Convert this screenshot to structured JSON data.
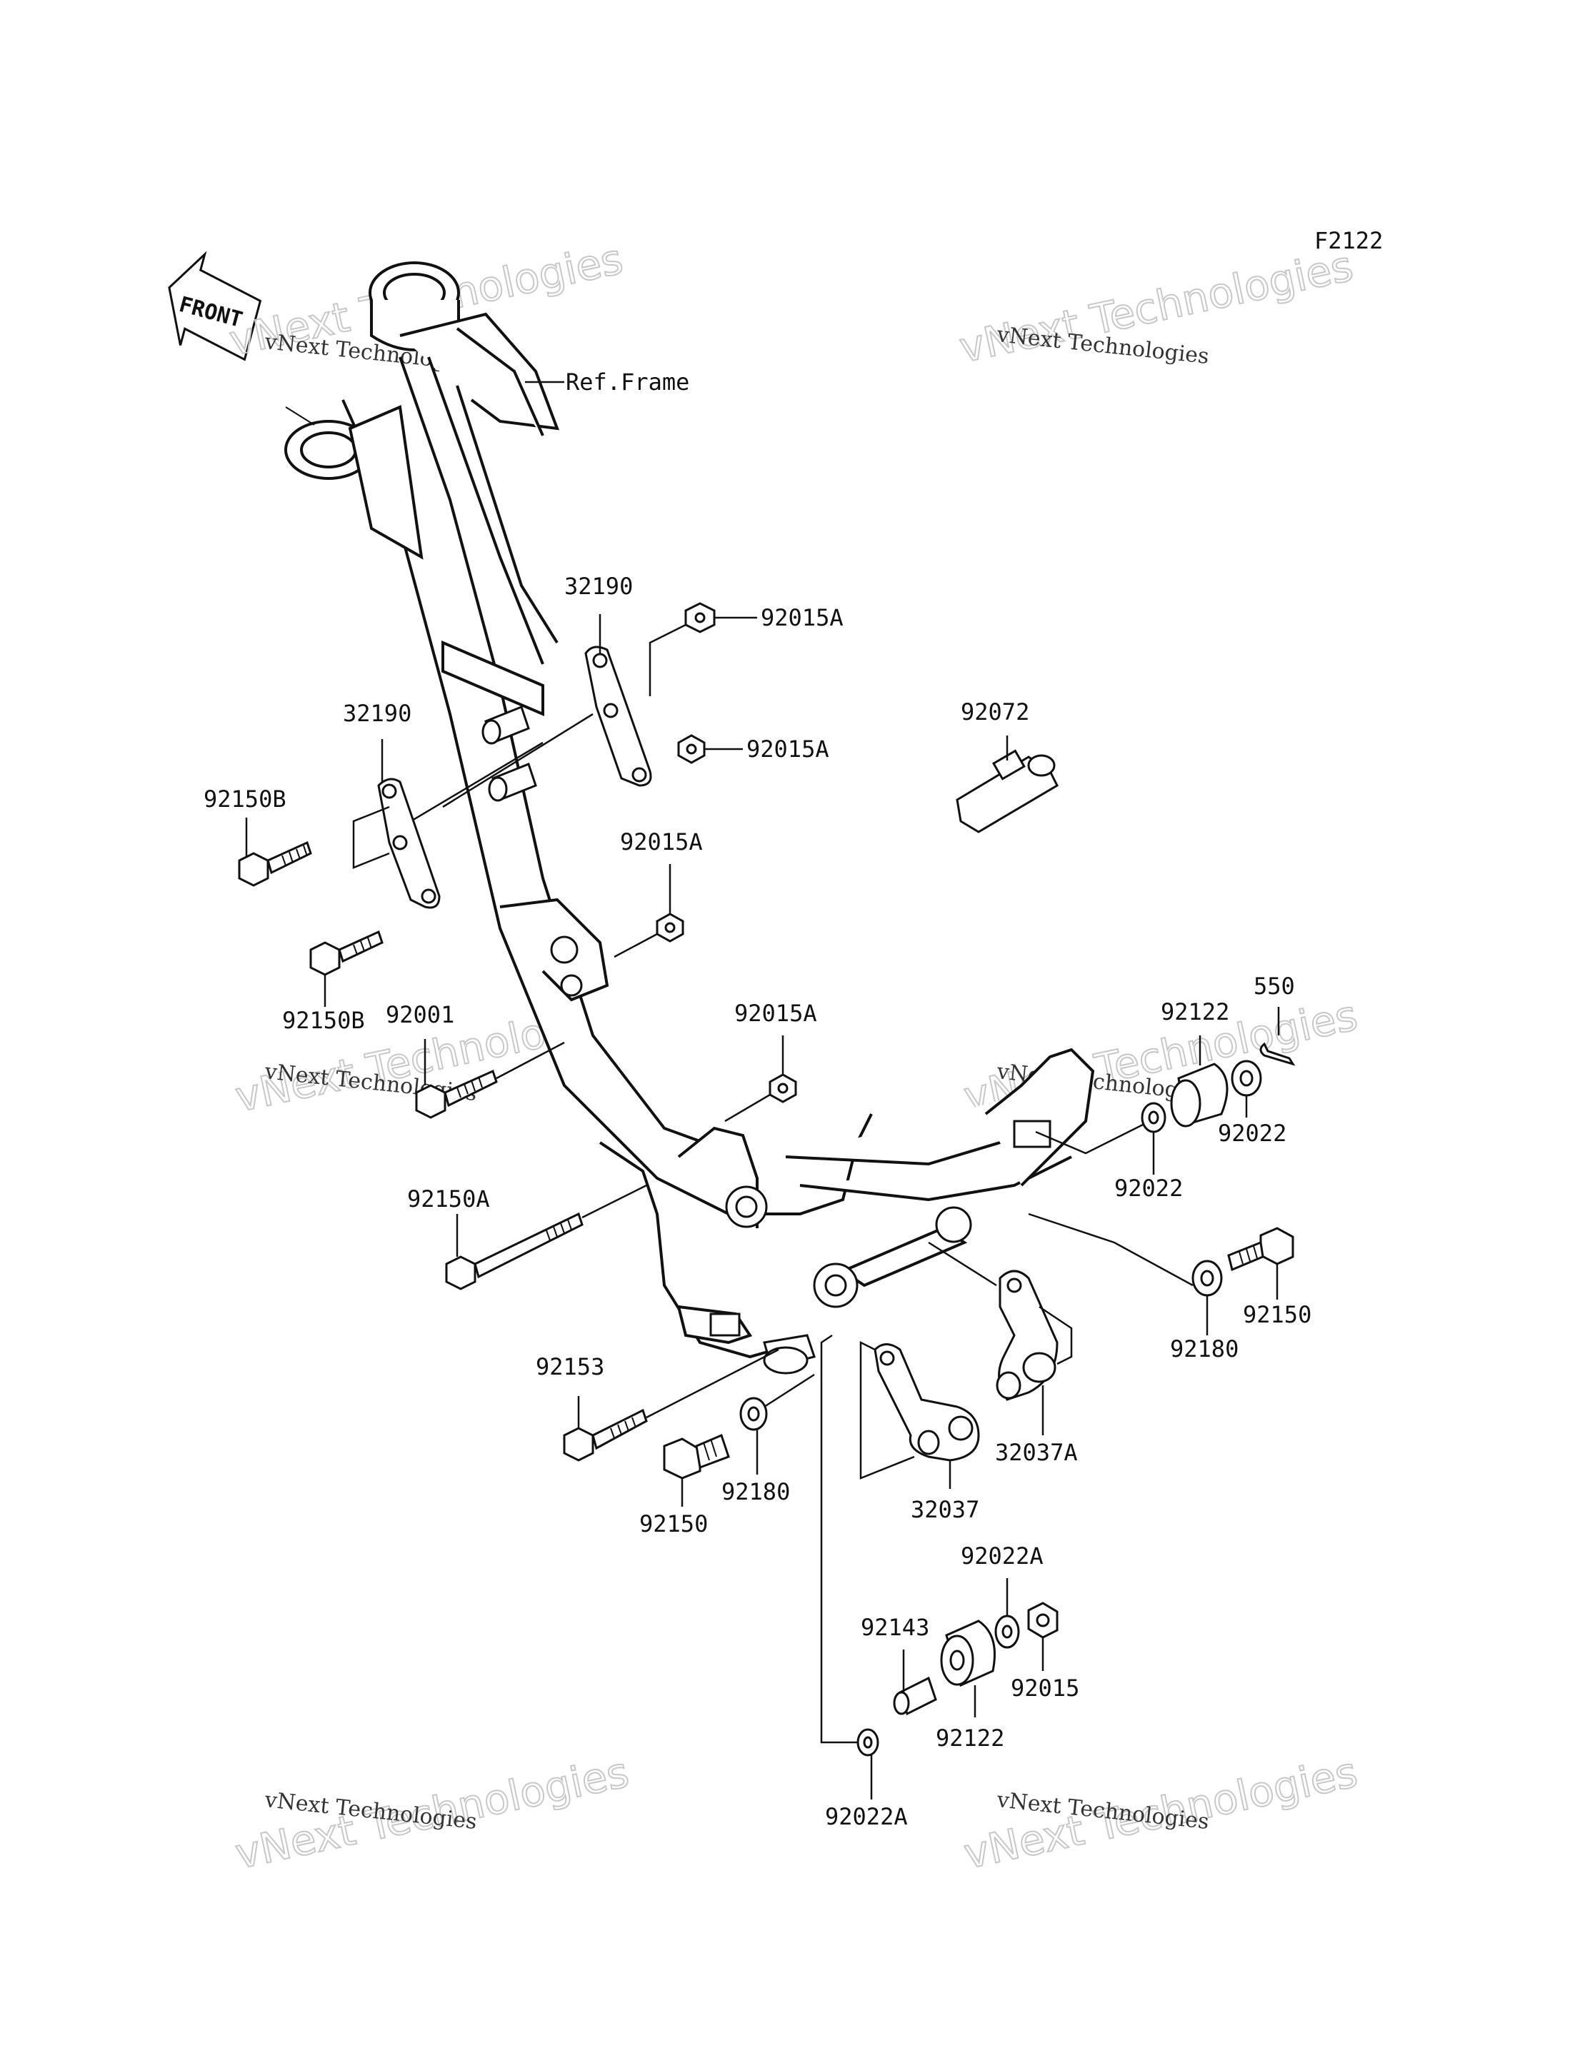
{
  "diagram_code": "F2122",
  "front_label": "FRONT",
  "ref_frame": "Ref.Frame",
  "watermark": {
    "big": "vNext Technologies",
    "small": "vNext Technologies"
  },
  "labels": {
    "p32190_top": "32190",
    "p92015A_1": "92015A",
    "p92015A_2": "92015A",
    "p92072": "92072",
    "p32190_left": "32190",
    "p92150B_top": "92150B",
    "p92015A_3": "92015A",
    "p92150B_bottom": "92150B",
    "p92001": "92001",
    "p92015A_4": "92015A",
    "p550": "550",
    "p92122_top": "92122",
    "p92022_right": "92022",
    "p92022_mid": "92022",
    "p92150A": "92150A",
    "p92150_right": "92150",
    "p92180_right": "92180",
    "p92153": "92153",
    "p32037A": "32037A",
    "p92180_bottom": "92180",
    "p92150_bottom": "92150",
    "p32037": "32037",
    "p92022A_top": "92022A",
    "p92143": "92143",
    "p92015": "92015",
    "p92122_bottom": "92122",
    "p92022A_bottom": "92022A"
  }
}
